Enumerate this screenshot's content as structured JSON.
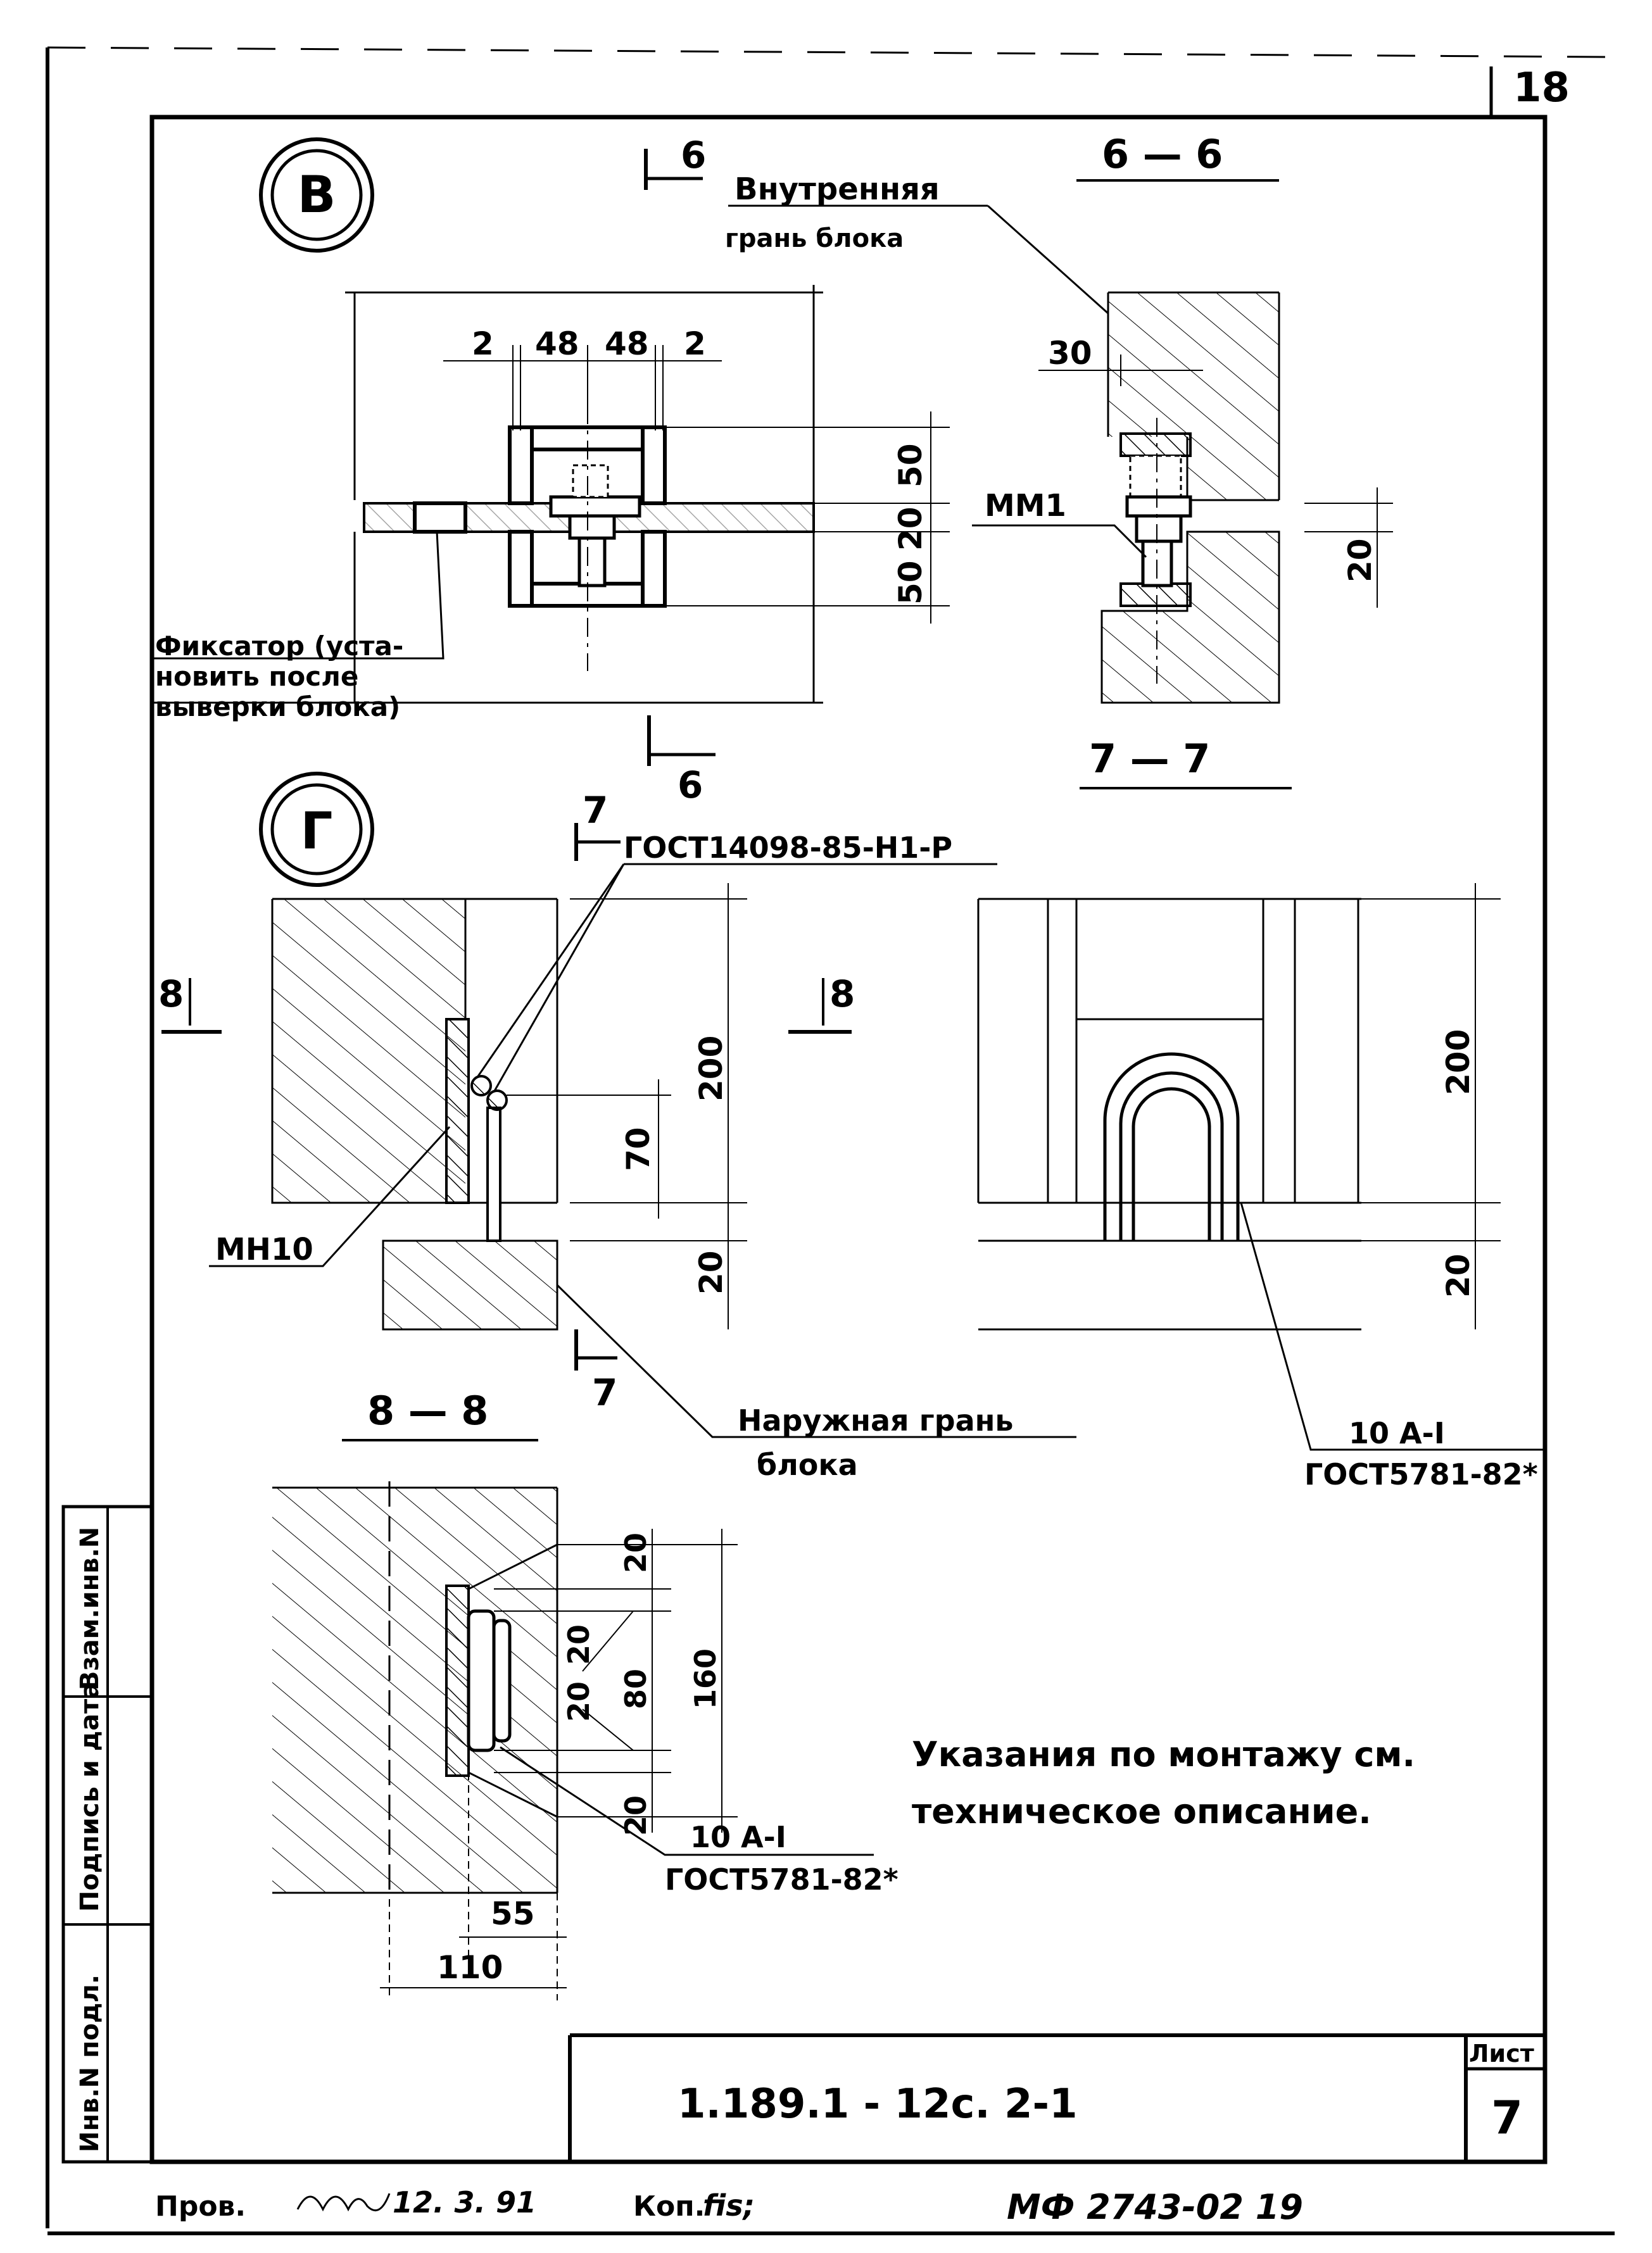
{
  "sheet": {
    "top_number": "18",
    "circle_b": "В",
    "circle_g": "Г",
    "section_6": "6",
    "section_6_6": "6 — 6",
    "section_7": "7",
    "section_7_7": "7 — 7",
    "section_8": "8",
    "section_8_8": "8 — 8"
  },
  "labels": {
    "inner_face_1": "Внутренняя",
    "inner_face_2": "грань блока",
    "fixator_1": "Фиксатор (уста-",
    "fixator_2": "новить после",
    "fixator_3": "выверки блока)",
    "mm1": "ММ1",
    "gost_14098": "ГОСТ14098-85-Н1-Р",
    "mn10": "МН10",
    "outer_face_1": "Наружная грань",
    "outer_face_2": "блока",
    "rebar_1": "10 А-I",
    "rebar_gost_1": "ГОСТ5781-82*",
    "rebar_2": "10 А-I",
    "rebar_gost_2": "ГОСТ5781-82*",
    "note_1": "Указания по монтажу см.",
    "note_2": "техническое описание."
  },
  "dimensions": {
    "d2a": "2",
    "d48a": "48",
    "d48b": "48",
    "d2b": "2",
    "d50a": "50",
    "d20a": "20",
    "d50b": "50",
    "d30": "30",
    "d20_66": "20",
    "d200a": "200",
    "d70": "70",
    "d20b": "20",
    "d200b": "200",
    "d20c": "20",
    "d20_top": "20",
    "d20_mid1": "20",
    "d80": "80",
    "d20_mid2": "20",
    "d160": "160",
    "d20_bot": "20",
    "d55": "55",
    "d110": "110"
  },
  "side_stamp": {
    "col1": "Инв.N подл.",
    "col2": "Подпись и дата",
    "col3": "Взам.инв.N"
  },
  "title_block": {
    "code": "1.189.1 - 12с. 2-1",
    "list_label": "Лист",
    "list_number": "7"
  },
  "footer": {
    "checked": "Пров.",
    "signature_date": "12. 3. 91",
    "copy": "Коп.",
    "copy_sig": "fis;",
    "archive": "МФ 2743-02 19"
  },
  "colors": {
    "ink": "#000000",
    "paper": "#ffffff"
  }
}
